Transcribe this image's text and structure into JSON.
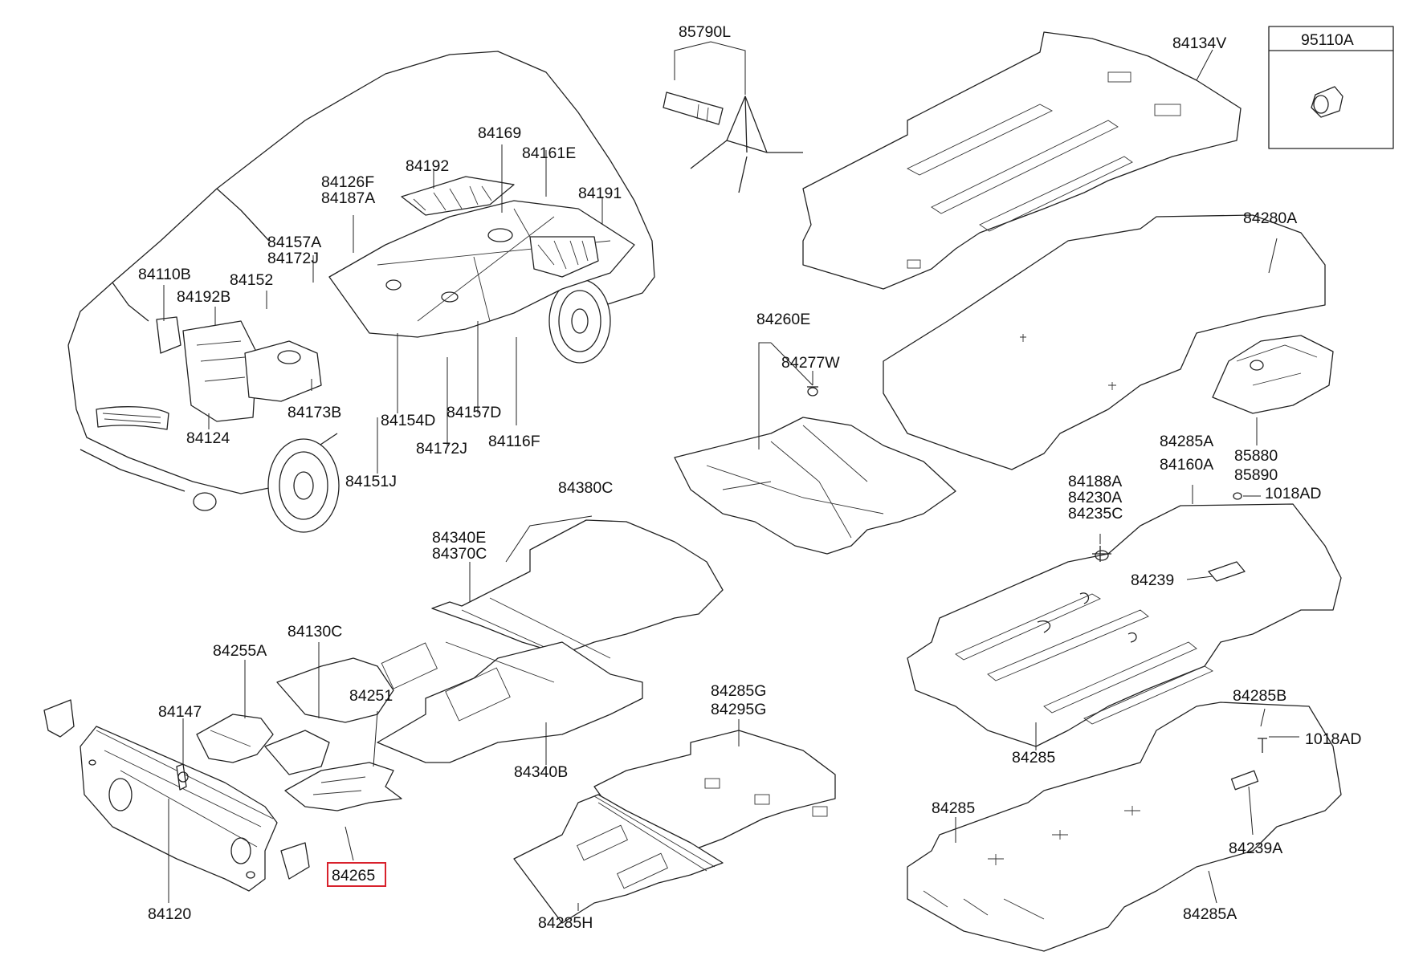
{
  "highlight_color": "#d8212c",
  "parts": {
    "p85790L": "85790L",
    "p95110A": "95110A",
    "p84134V": "84134V",
    "p84280A": "84280A",
    "p84169": "84169",
    "p84161E": "84161E",
    "p84192": "84192",
    "p84191": "84191",
    "p84126F": "84126F",
    "p84187A": "84187A",
    "p84157A": "84157A",
    "p84172J_top": "84172J",
    "p84110B": "84110B",
    "p84152": "84152",
    "p84192B": "84192B",
    "p84173B": "84173B",
    "p84154D": "84154D",
    "p84157D": "84157D",
    "p84124": "84124",
    "p84172J_bot": "84172J",
    "p84116F": "84116F",
    "p84151J": "84151J",
    "p84260E": "84260E",
    "p84277W": "84277W",
    "p85880": "85880",
    "p85890": "85890",
    "p84285A_top": "84285A",
    "p84160A": "84160A",
    "p84188A": "84188A",
    "p84230A": "84230A",
    "p84235C": "84235C",
    "p1018AD_top": "1018AD",
    "p84239": "84239",
    "p84380C": "84380C",
    "p84340E": "84340E",
    "p84370C": "84370C",
    "p84130C": "84130C",
    "p84255A": "84255A",
    "p84251": "84251",
    "p84147": "84147",
    "p84340B": "84340B",
    "p84265": "84265",
    "p84120": "84120",
    "p84285G": "84285G",
    "p84295G": "84295G",
    "p84285H": "84285H",
    "p84285_mid": "84285",
    "p84285B": "84285B",
    "p1018AD_bot": "1018AD",
    "p84285_bot": "84285",
    "p84239A": "84239A",
    "p84285A_bot": "84285A"
  }
}
